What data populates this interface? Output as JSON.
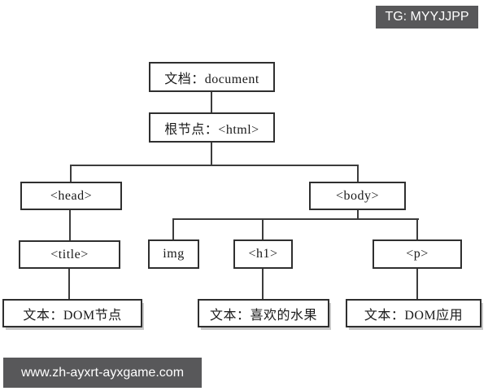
{
  "watermarks": {
    "tg_badge": "TG: MYYJJPP",
    "site_badge": "www.zh-ayxrt-ayxgame.com"
  },
  "diagram": {
    "description": "DOM tree structure diagram",
    "nodes": {
      "document": "文档：document",
      "html": "根节点：<html>",
      "head": "<head>",
      "body": "<body>",
      "title": "<title>",
      "img": "img",
      "h1": "<h1>",
      "p": "<p>",
      "text_dom_node": "文本：DOM节点",
      "text_fruit": "文本：喜欢的水果",
      "text_dom_app": "文本：DOM应用"
    },
    "edges": [
      [
        "document",
        "html"
      ],
      [
        "html",
        "head"
      ],
      [
        "html",
        "body"
      ],
      [
        "head",
        "title"
      ],
      [
        "body",
        "img"
      ],
      [
        "body",
        "h1"
      ],
      [
        "body",
        "p"
      ],
      [
        "title",
        "text_dom_node"
      ],
      [
        "h1",
        "text_fruit"
      ],
      [
        "p",
        "text_dom_app"
      ]
    ]
  },
  "colors": {
    "canvas_bg": "#FFFFFF",
    "box_border": "#2F2F2F",
    "node_text": "#1A1A1A",
    "line": "#3C3C3C",
    "shadow": "#C8C8C8",
    "badge_bg": "#58585A",
    "badge_text": "#FFFFFF"
  }
}
